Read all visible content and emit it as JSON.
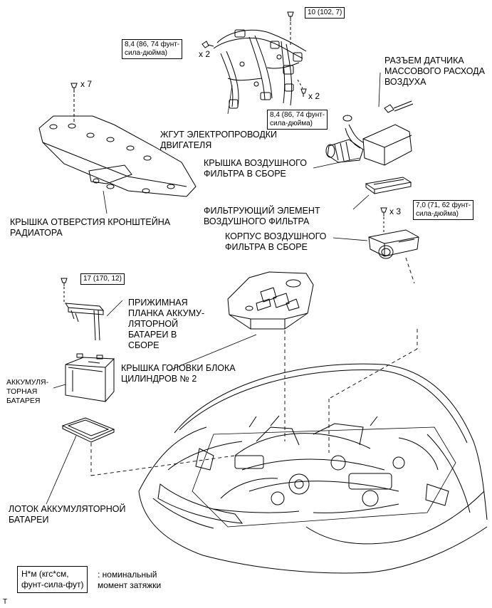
{
  "labels": {
    "wire_harness": [
      "ЖГУТ ЭЛЕКТРОПРОВОДКИ",
      "ДВИГАТЕЛЯ"
    ],
    "maf_sensor_connector": [
      "РАЗЪЕМ ДАТЧИКА",
      "МАССОВОГО РАСХОДА",
      "ВОЗДУХА"
    ],
    "air_filter_cover": [
      "КРЫШКА ВОЗДУШНОГО",
      "ФИЛЬТРА В СБОРЕ"
    ],
    "filter_element": [
      "ФИЛЬТРУЮЩИЙ ЭЛЕМЕНТ",
      "ВОЗДУШНОГО ФИЛЬТРА"
    ],
    "air_filter_case": [
      "КОРПУС ВОЗДУШНОГО",
      "ФИЛЬТРА В СБОРЕ"
    ],
    "radiator_support_cover": [
      "КРЫШКА ОТВЕРСТИЯ КРОНШТЕЙНА",
      "РАДИАТОРА"
    ],
    "battery_clamp": [
      "ПРИЖИМНАЯ",
      "ПЛАНКА АККУМУ-",
      "ЛЯТОРНОЙ",
      "БАТАРЕИ В",
      "СБОРЕ"
    ],
    "cylinder_head_cover": [
      "КРЫШКА ГОЛОВКИ БЛОКА",
      "ЦИЛИНДРОВ № 2"
    ],
    "battery": [
      "АККУМУЛЯ-",
      "ТОРНАЯ",
      "БАТАРЕЯ"
    ],
    "battery_tray": [
      "ЛОТОК АККУМУЛЯТОРНОЙ",
      "БАТАРЕИ"
    ]
  },
  "torques": {
    "harness_top": [
      "10 (102, 7)"
    ],
    "harness_left": [
      "8,4 (86, 74 фунт-",
      "сила-дюйма)"
    ],
    "harness_right": [
      "8,4 (86, 74 фунт-",
      "сила-дюйма)"
    ],
    "air_case": [
      "7,0 (71, 62 фунт-",
      "сила-дюйма)"
    ],
    "battery_clamp": [
      "17 (170, 12)"
    ]
  },
  "multipliers": {
    "cover_bolts": "x 7",
    "harness_left": "x 2",
    "harness_right": "x 2",
    "air_case": "x 3"
  },
  "legend": {
    "box": [
      "Н*м (кгс*см,",
      "фунт-сила-фут)"
    ],
    "description": [
      ": номинальный",
      "момент затяжки"
    ]
  },
  "corner_mark": "T"
}
